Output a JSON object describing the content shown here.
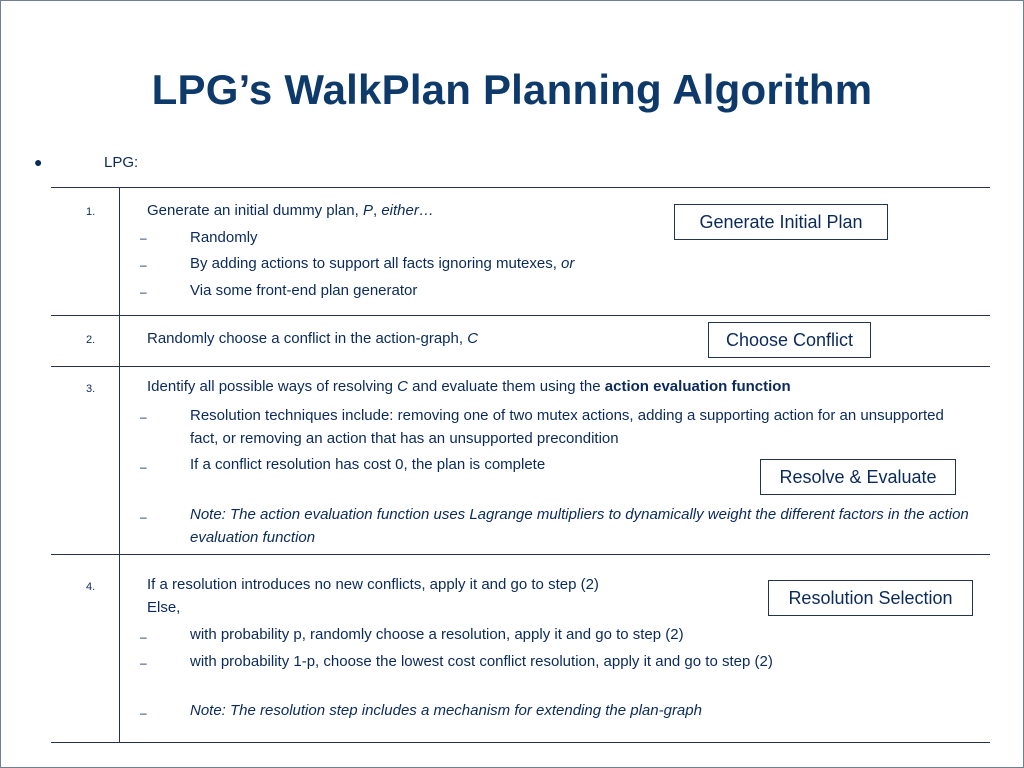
{
  "title": "LPG’s WalkPlan Planning Algorithm",
  "intro": {
    "bullet": "●",
    "label": "LPG:"
  },
  "steps": [
    {
      "number": "1.",
      "lead": {
        "text": "Generate an initial dummy plan, ",
        "var": "P",
        "sep": ", ",
        "tail": "either…"
      },
      "subs": [
        {
          "dash": "–",
          "text": "Randomly"
        },
        {
          "dash": "–",
          "text": "By adding actions to support all facts ignoring mutexes, ",
          "tail": "or"
        },
        {
          "dash": "–",
          "text": "Via some front-end plan generator"
        }
      ],
      "box": "Generate Initial Plan"
    },
    {
      "number": "2.",
      "lead": {
        "text": "Randomly choose a conflict in the action-graph, ",
        "var": "C"
      },
      "box": "Choose Conflict"
    },
    {
      "number": "3.",
      "lead": {
        "text": "Identify all possible ways of resolving ",
        "var": "C",
        "mid": " and evaluate them using the ",
        "bold": "action evaluation function"
      },
      "subs": [
        {
          "dash": "–",
          "text": "Resolution techniques include: removing one of two mutex actions, adding a supporting action for an unsupported fact, or removing an action that has an unsupported precondition"
        },
        {
          "dash": "–",
          "text": "If a conflict resolution has cost 0, the plan is complete"
        },
        {
          "dash": "–",
          "text": "Note: The action evaluation function uses Lagrange multipliers to dynamically weight the different factors in the action evaluation function"
        }
      ],
      "box": "Resolve & Evaluate"
    },
    {
      "number": "4.",
      "lead": {
        "text": "If a resolution introduces no new conflicts, apply it and go to step (2)",
        "text2": "Else,"
      },
      "subs": [
        {
          "dash": "–",
          "text": "with probability p, randomly choose a resolution, apply it and go to step (2)"
        },
        {
          "dash": "–",
          "text": "with probability 1-p, choose the lowest cost conflict resolution, apply it and go to step (2)"
        },
        {
          "dash": "–",
          "text": "Note: The resolution step includes a mechanism for extending the plan-graph"
        }
      ],
      "box": "Resolution Selection"
    }
  ]
}
